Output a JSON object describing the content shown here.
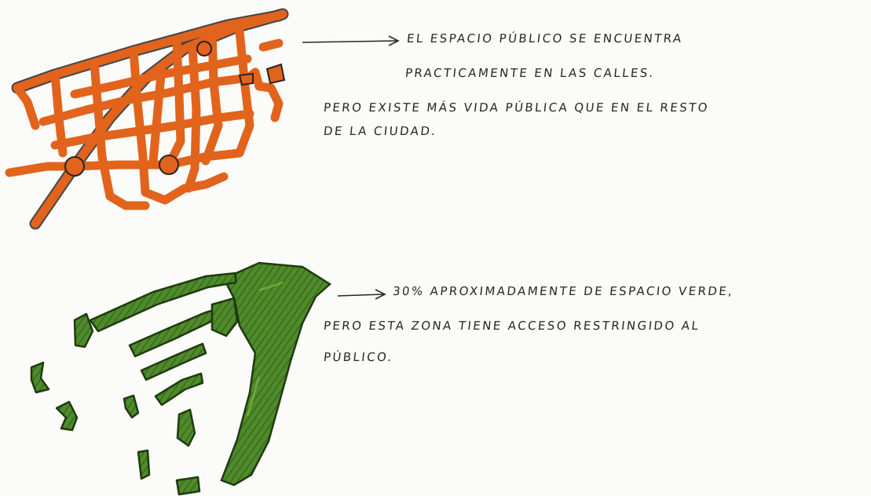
{
  "colors": {
    "paper": "#fbfbf9",
    "ink": "#262626",
    "streets": "#e2631c",
    "streets_dark": "#c44f10",
    "green": "#4f8a2b",
    "green_light": "#79ad3e",
    "green_dark": "#2f5c17"
  },
  "note_streets": {
    "line1": "EL ESPACIO PÚBLICO SE ENCUENTRA",
    "line2": "PRACTICAMENTE EN LAS CALLES.",
    "line3": "PERO EXISTE MÁS VIDA PÚBLICA QUE EN EL RESTO",
    "line4": "DE LA CIUDAD."
  },
  "note_green": {
    "line1": "30% APROXIMADAMENTE DE ESPACIO VERDE,",
    "line2": "PERO ESTA ZONA TIENE ACCESO RESTRINGIDO AL",
    "line3": "PÚBLICO."
  }
}
